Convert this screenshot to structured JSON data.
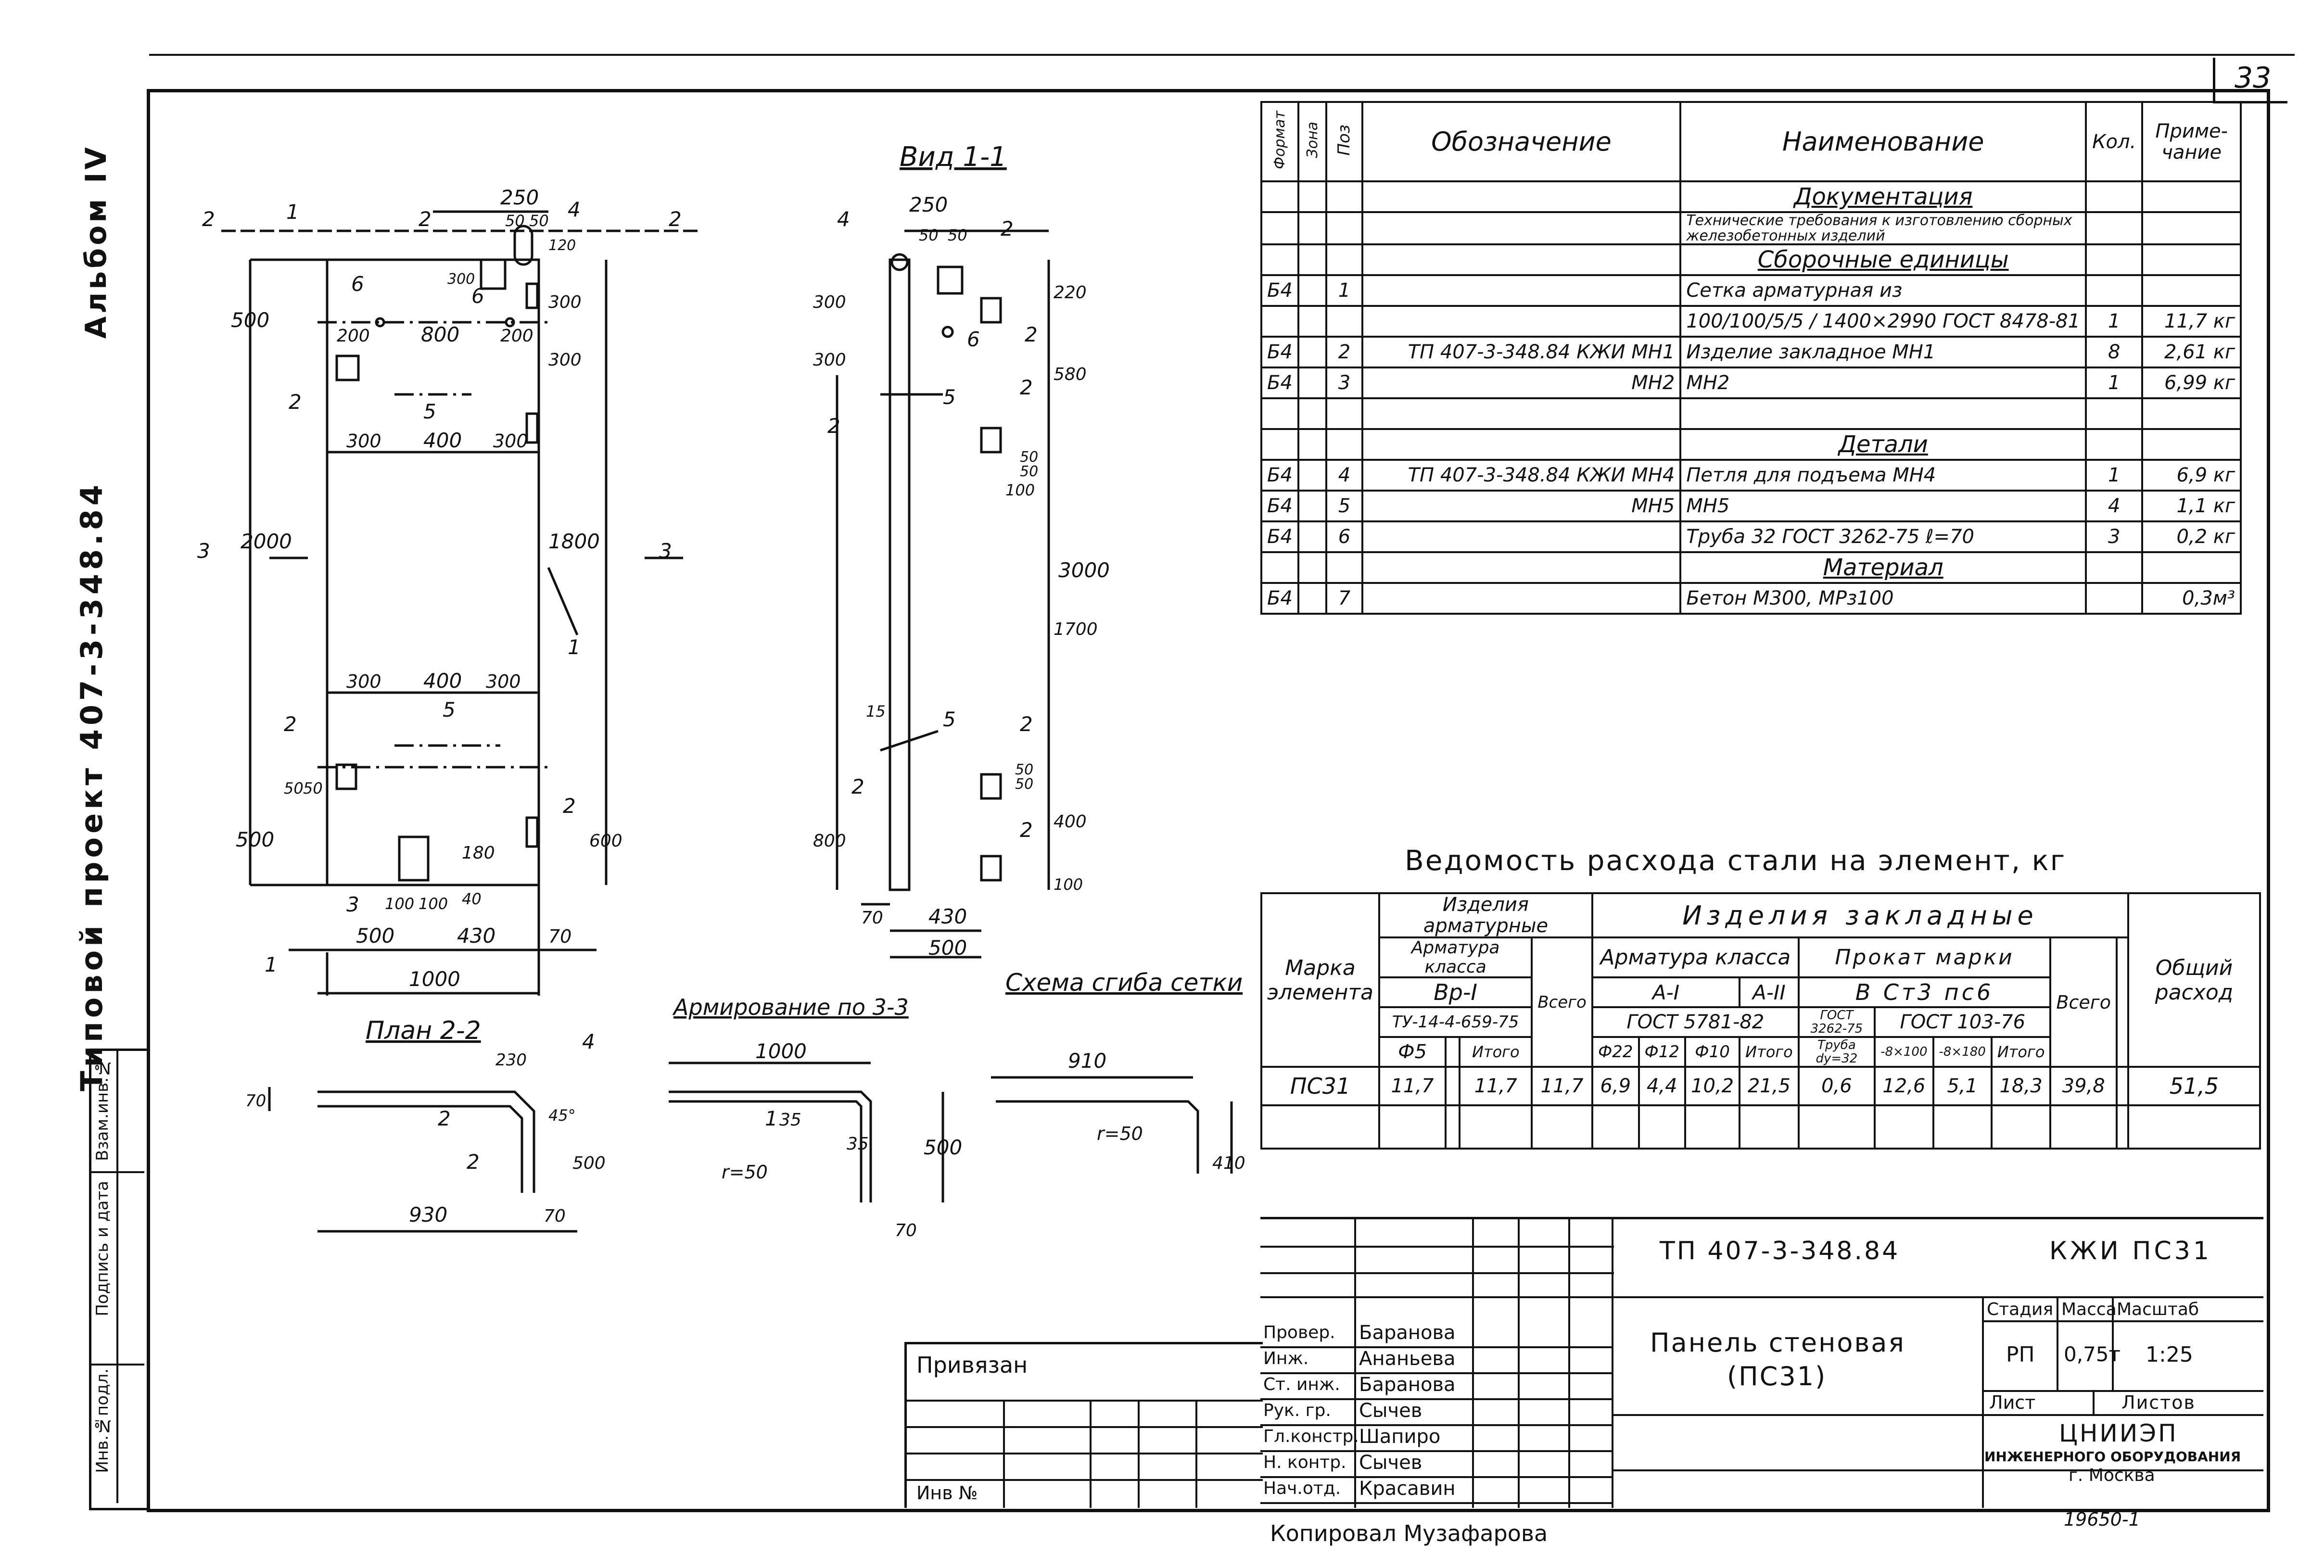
{
  "page": {
    "sheet_number": "33",
    "album": "Альбом IV",
    "project": "Типовой проект 407-3-348.84",
    "left_stamp": [
      "Инв.№подл.",
      "Подпись и дата",
      "Взам.инв.№"
    ]
  },
  "views": {
    "front": {
      "section_marks": [
        "2",
        "2",
        "1",
        "1",
        "3",
        "3"
      ],
      "dims": [
        "250",
        "50",
        "50",
        "4",
        "2",
        "300",
        "120",
        "300",
        "500",
        "6",
        "6",
        "200",
        "800",
        "200",
        "300",
        "2",
        "5",
        "300",
        "400",
        "300",
        "2000",
        "1800",
        "1",
        "300",
        "400",
        "300",
        "5",
        "2",
        "50",
        "50",
        "500",
        "2",
        "600",
        "180",
        "3",
        "100",
        "100",
        "40",
        "500",
        "430",
        "70",
        "1000"
      ]
    },
    "side": {
      "title": "Вид 1-1",
      "dims": [
        "250",
        "50",
        "50",
        "4",
        "2",
        "300",
        "220",
        "6",
        "2",
        "300",
        "580",
        "5",
        "2",
        "2",
        "50",
        "50",
        "100",
        "3000",
        "1700",
        "15",
        "5",
        "2",
        "2",
        "50",
        "50",
        "400",
        "800",
        "2",
        "100",
        "70",
        "430",
        "500"
      ]
    },
    "plan": {
      "title": "План 2-2",
      "dims": [
        "230",
        "4",
        "70",
        "2",
        "2",
        "45°",
        "500",
        "930",
        "70"
      ]
    },
    "reinforcement": {
      "title": "Армирование по 3-3",
      "dims": [
        "1000",
        "1",
        "35",
        "35",
        "r=50",
        "500",
        "70"
      ]
    },
    "bend_scheme": {
      "title": "Схема сгиба сетки",
      "dims": [
        "910",
        "r=50",
        "410"
      ]
    }
  },
  "spec_table": {
    "headers": [
      "Формат",
      "Зона",
      "Поз",
      "Обозначение",
      "Наименование",
      "Кол.",
      "Приме-чание"
    ],
    "rows": [
      {
        "fmt": "",
        "pos": "",
        "designation": "",
        "name": "Документация",
        "section": true,
        "qty": "",
        "note": ""
      },
      {
        "fmt": "",
        "pos": "",
        "designation": "",
        "name": "Технические требования к изготовлению сборных железобетонных изделий",
        "section": false,
        "qty": "",
        "note": ""
      },
      {
        "fmt": "",
        "pos": "",
        "designation": "",
        "name": "Сборочные единицы",
        "section": true,
        "qty": "",
        "note": ""
      },
      {
        "fmt": "Б4",
        "pos": "1",
        "designation": "",
        "name": "Сетка арматурная из",
        "section": false,
        "qty": "",
        "note": ""
      },
      {
        "fmt": "",
        "pos": "",
        "designation": "",
        "name": "100/100/5/5 / 1400×2990 ГОСТ 8478-81",
        "section": false,
        "qty": "1",
        "note": "11,7 кг"
      },
      {
        "fmt": "Б4",
        "pos": "2",
        "designation": "ТП 407-3-348.84 КЖИ МН1",
        "name": "Изделие закладное МН1",
        "section": false,
        "qty": "8",
        "note": "2,61 кг"
      },
      {
        "fmt": "Б4",
        "pos": "3",
        "designation": "МН2",
        "name": "МН2",
        "section": false,
        "qty": "1",
        "note": "6,99 кг"
      },
      {
        "fmt": "",
        "pos": "",
        "designation": "",
        "name": "",
        "section": false,
        "qty": "",
        "note": ""
      },
      {
        "fmt": "",
        "pos": "",
        "designation": "",
        "name": "Детали",
        "section": true,
        "qty": "",
        "note": ""
      },
      {
        "fmt": "Б4",
        "pos": "4",
        "designation": "ТП 407-3-348.84 КЖИ МН4",
        "name": "Петля для подъема МН4",
        "section": false,
        "qty": "1",
        "note": "6,9 кг"
      },
      {
        "fmt": "Б4",
        "pos": "5",
        "designation": "МН5",
        "name": "МН5",
        "section": false,
        "qty": "4",
        "note": "1,1 кг"
      },
      {
        "fmt": "Б4",
        "pos": "6",
        "designation": "",
        "name": "Труба 32 ГОСТ 3262-75 ℓ=70",
        "section": false,
        "qty": "3",
        "note": "0,2 кг"
      },
      {
        "fmt": "",
        "pos": "",
        "designation": "",
        "name": "Материал",
        "section": true,
        "qty": "",
        "note": ""
      },
      {
        "fmt": "Б4",
        "pos": "7",
        "designation": "",
        "name": "Бетон М300, МРз100",
        "section": false,
        "qty": "",
        "note": "0,3м³"
      }
    ]
  },
  "steel_table": {
    "title": "Ведомость расхода стали на элемент, кг",
    "h_mark": "Марка элемента",
    "h_arm_items": "Изделия арматурные",
    "h_emb_items": "Изделия закладные",
    "h_arm_class": "Арматура класса",
    "h_arm_class2": "Арматура класса",
    "h_prokat": "Прокат марки",
    "h_vr": "Вр-I",
    "h_a1": "А-I",
    "h_a2": "А-II",
    "h_st": "В Ст3 пс6",
    "h_tu": "ТУ-14-4-659-75",
    "h_gost5781": "ГОСТ 5781-82",
    "h_gost3262": "ГОСТ 3262-75",
    "h_gost103": "ГОСТ 103-76",
    "h_total": "Всего",
    "h_total2": "Всего",
    "h_total3": "Всего",
    "h_overall": "Общий расход",
    "h_d5": "Ф5",
    "h_itogo1": "Итого",
    "h_d22": "Ф22",
    "h_d12": "Ф12",
    "h_d10": "Ф10",
    "h_itogo2": "Итого",
    "h_pipe": "Труба dy=32",
    "h_s8x100": "-8×100",
    "h_s8x180": "-8×180",
    "h_itogo3": "Итого",
    "row": {
      "mark": "ПС31",
      "d5": "11,7",
      "blank": "",
      "itogo1": "11,7",
      "total1": "11,7",
      "d22": "6,9",
      "d12": "4,4",
      "d10": "10,2",
      "itogo2": "21,5",
      "pipe": "0,6",
      "s8x100": "12,6",
      "s8x180": "5,1",
      "itogo3": "18,3",
      "total2": "39,8",
      "overall": "51,5"
    }
  },
  "title_block": {
    "doc_code": "ТП 407-3-348.84",
    "doc_mark": "КЖИ ПС31",
    "object_name": "Панель стеновая",
    "object_mark": "(ПС31)",
    "stage_label": "Стадия",
    "mass_label": "Масса",
    "scale_label": "Масштаб",
    "stage": "РП",
    "mass": "0,75т",
    "scale": "1:25",
    "sheet_label": "Лист",
    "sheets_label": "Листов",
    "org_name": "ЦНИИЭП",
    "org_sub": "ИНЖЕНЕРНОГО ОБОРУДОВАНИЯ",
    "org_city": "г. Москва",
    "attached": "Привязан",
    "inv_no": "Инв №",
    "roles": [
      {
        "role": "Провер.",
        "name": "Баранова"
      },
      {
        "role": "Инж.",
        "name": "Ананьева"
      },
      {
        "role": "Ст. инж.",
        "name": "Баранова"
      },
      {
        "role": "Рук. гр.",
        "name": "Сычев"
      },
      {
        "role": "Гл.констр.",
        "name": "Шапиро"
      },
      {
        "role": "Н. контр.",
        "name": "Сычев"
      },
      {
        "role": "Нач.отд.",
        "name": "Красавин"
      }
    ],
    "archive_no": "19650-1"
  },
  "copied_by": "Копировал  Музафарова"
}
